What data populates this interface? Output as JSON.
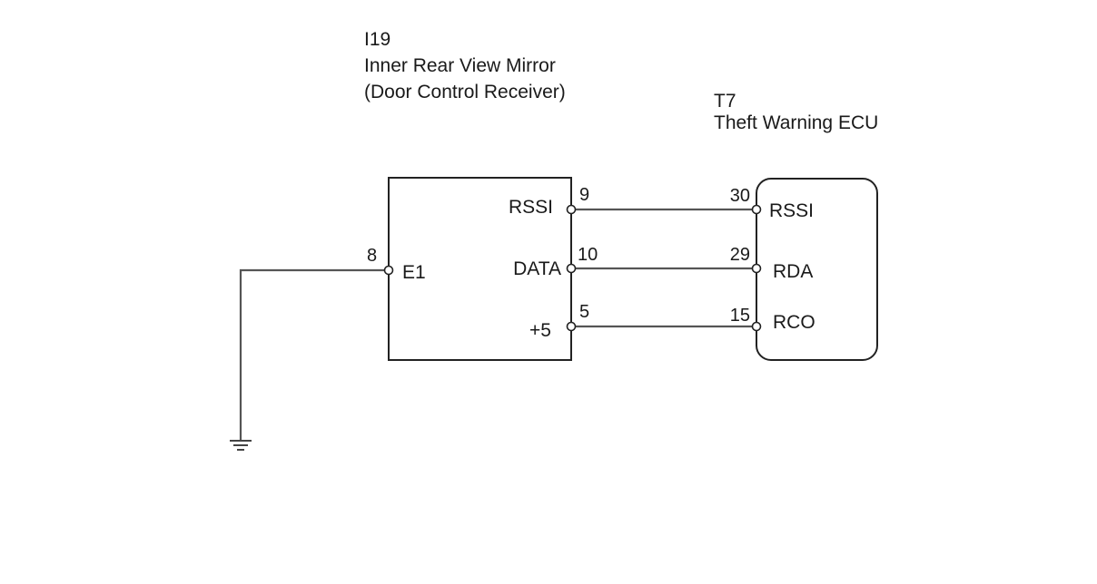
{
  "components": {
    "mirror": {
      "code": "I19",
      "name": "Inner Rear View Mirror",
      "subname": "(Door Control Receiver)",
      "pins": {
        "e1": {
          "number": "8",
          "label": "E1"
        },
        "rssi": {
          "number": "9",
          "label": "RSSI"
        },
        "data": {
          "number": "10",
          "label": "DATA"
        },
        "plus5": {
          "number": "5",
          "label": "+5"
        }
      }
    },
    "ecu": {
      "code": "T7",
      "name": "Theft Warning ECU",
      "pins": {
        "rssi": {
          "number": "30",
          "label": "RSSI"
        },
        "rda": {
          "number": "29",
          "label": "RDA"
        },
        "rco": {
          "number": "15",
          "label": "RCO"
        }
      }
    }
  },
  "connections": [
    {
      "from": "I19-9 RSSI",
      "to": "T7-30 RSSI"
    },
    {
      "from": "I19-10 DATA",
      "to": "T7-29 RDA"
    },
    {
      "from": "I19-5 +5",
      "to": "T7-15 RCO"
    },
    {
      "from": "I19-8 E1",
      "to": "ground"
    }
  ],
  "colors": {
    "wire": "#555555",
    "outline": "#222222",
    "text": "#1a1a1a"
  },
  "icons": {
    "ground": "ground-symbol-icon",
    "terminal": "terminal-circle-icon"
  }
}
